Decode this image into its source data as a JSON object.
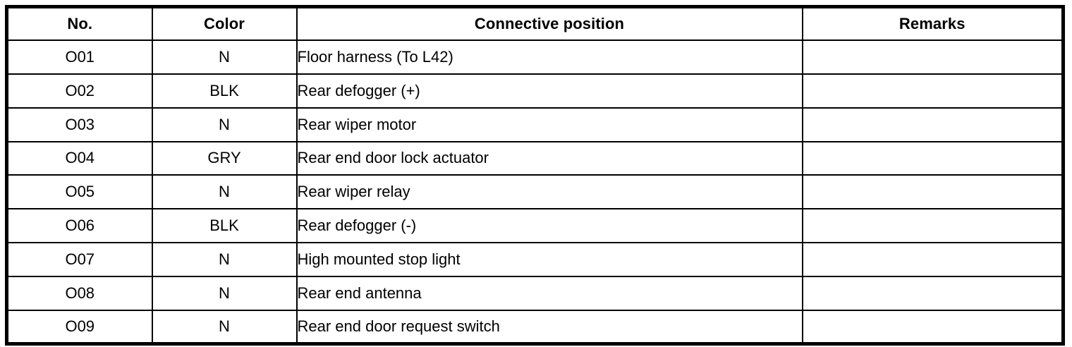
{
  "table": {
    "columns": [
      {
        "key": "no",
        "label": "No."
      },
      {
        "key": "color",
        "label": "Color"
      },
      {
        "key": "position",
        "label": "Connective position"
      },
      {
        "key": "remarks",
        "label": "Remarks"
      }
    ],
    "rows": [
      {
        "no": "O01",
        "color": "N",
        "position": "Floor harness (To L42)",
        "remarks": ""
      },
      {
        "no": "O02",
        "color": "BLK",
        "position": "Rear defogger (+)",
        "remarks": ""
      },
      {
        "no": "O03",
        "color": "N",
        "position": "Rear wiper motor",
        "remarks": ""
      },
      {
        "no": "O04",
        "color": "GRY",
        "position": "Rear end door lock actuator",
        "remarks": ""
      },
      {
        "no": "O05",
        "color": "N",
        "position": "Rear wiper relay",
        "remarks": ""
      },
      {
        "no": "O06",
        "color": "BLK",
        "position": "Rear defogger (-)",
        "remarks": ""
      },
      {
        "no": "O07",
        "color": "N",
        "position": "High mounted stop light",
        "remarks": ""
      },
      {
        "no": "O08",
        "color": "N",
        "position": "Rear end antenna",
        "remarks": ""
      },
      {
        "no": "O09",
        "color": "N",
        "position": "Rear end door request switch",
        "remarks": ""
      }
    ]
  },
  "style": {
    "border_color": "#000000",
    "background": "#ffffff",
    "text_color": "#000000"
  }
}
